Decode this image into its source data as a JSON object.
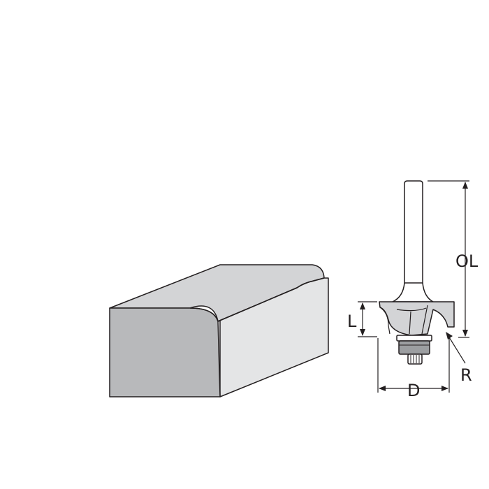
{
  "diagram": {
    "labels": {
      "overall_length": "OL",
      "cutting_length": "L",
      "radius": "R",
      "diameter": "D"
    },
    "colors": {
      "background": "#ffffff",
      "stroke": "#231f20",
      "block_front": "#b8b9bb",
      "block_top": "#d3d4d6",
      "block_side": "#e4e5e6",
      "bit_body": "#d3d4d6",
      "bit_bearing": "#9c9ea1"
    }
  }
}
